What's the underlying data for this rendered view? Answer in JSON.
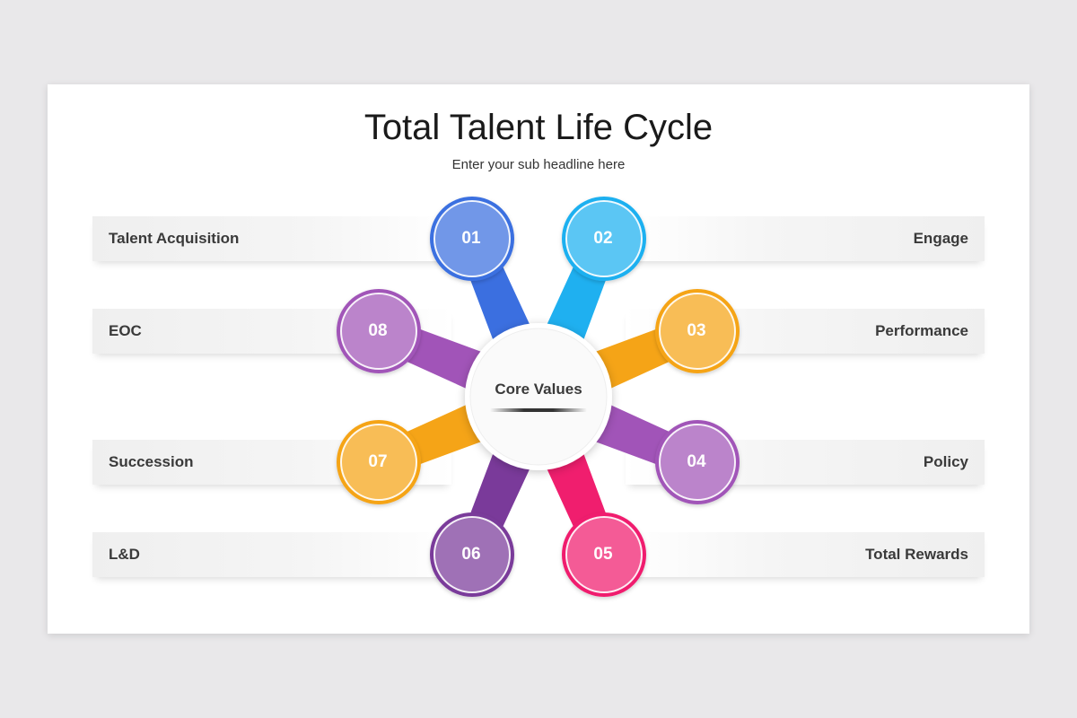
{
  "title": "Total Talent Life Cycle",
  "subtitle": "Enter your sub headline here",
  "center": {
    "label": "Core Values"
  },
  "items": [
    {
      "num": "01",
      "label": "Talent Acquisition",
      "color": "#3b6fe0"
    },
    {
      "num": "02",
      "label": "Engage",
      "color": "#1fb0f0"
    },
    {
      "num": "03",
      "label": "Performance",
      "color": "#f5a417"
    },
    {
      "num": "04",
      "label": "Policy",
      "color": "#a154b8"
    },
    {
      "num": "05",
      "label": "Total Rewards",
      "color": "#f01e6e"
    },
    {
      "num": "06",
      "label": "L&D",
      "color": "#7a3a9a"
    },
    {
      "num": "07",
      "label": "Succession",
      "color": "#f5a417"
    },
    {
      "num": "08",
      "label": "EOC",
      "color": "#a154b8"
    }
  ]
}
